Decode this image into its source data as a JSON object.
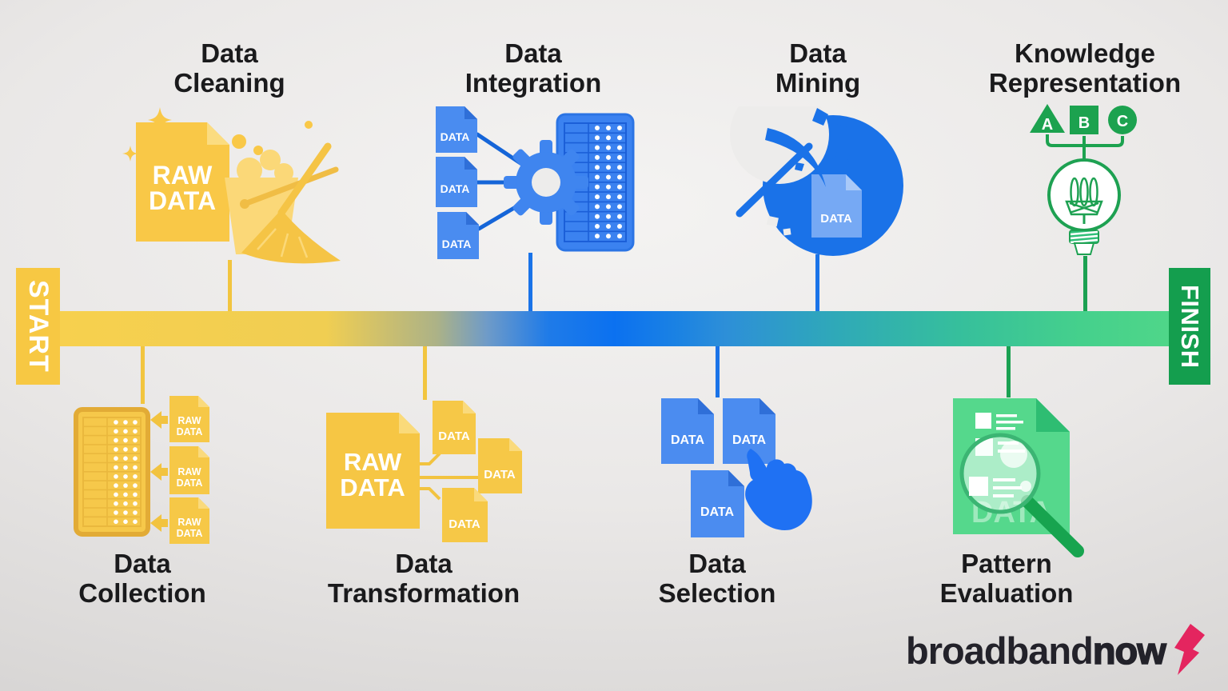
{
  "timeline": {
    "start_label": "START",
    "finish_label": "FINISH"
  },
  "stages": {
    "top": [
      {
        "id": "data-cleaning",
        "lines": [
          "Data",
          "Cleaning"
        ]
      },
      {
        "id": "data-integration",
        "lines": [
          "Data",
          "Integration"
        ]
      },
      {
        "id": "data-mining",
        "lines": [
          "Data",
          "Mining"
        ]
      },
      {
        "id": "knowledge-representation",
        "lines": [
          "Knowledge",
          "Representation"
        ]
      }
    ],
    "bottom": [
      {
        "id": "data-collection",
        "lines": [
          "Data",
          "Collection"
        ]
      },
      {
        "id": "data-transformation",
        "lines": [
          "Data",
          "Transformation"
        ]
      },
      {
        "id": "data-selection",
        "lines": [
          "Data",
          "Selection"
        ]
      },
      {
        "id": "pattern-evaluation",
        "lines": [
          "Pattern",
          "Evaluation"
        ]
      }
    ]
  },
  "doc_labels": {
    "raw": "RAW",
    "data": "DATA"
  },
  "knowledge_shapes": {
    "a": "A",
    "b": "B",
    "c": "C"
  },
  "logo": {
    "regular": "broadband",
    "bold": "now"
  },
  "colors": {
    "yellow": "#F5C63F",
    "blue": "#1A73E8",
    "green": "#1BA152",
    "start_badge": "#F7C843",
    "finish_badge": "#149E4E",
    "logo_bolt": "#E4255F",
    "title_text": "#1A1A1C",
    "bar_gradient": [
      "#F7D04E",
      "#0B71F0",
      "#2FA9B8",
      "#4FD689"
    ]
  }
}
